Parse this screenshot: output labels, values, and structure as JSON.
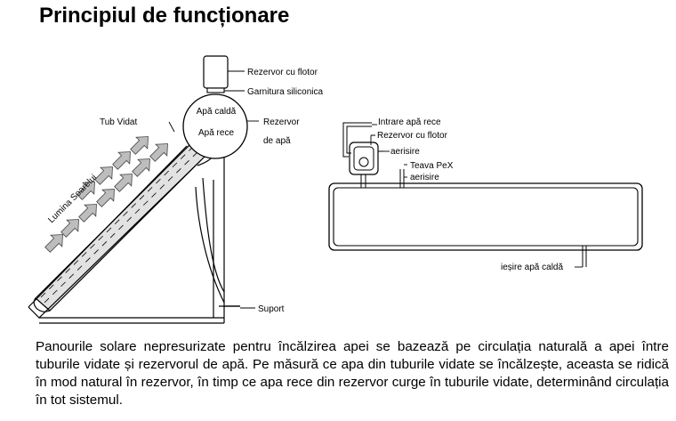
{
  "title": "Principiul de funcționare",
  "left_diagram": {
    "labels": {
      "tank_float": "Rezervor cu flotor",
      "silicone_gasket": "Garnitura siliconica",
      "hot_water": "Apă caldă",
      "cold_water": "Apă rece",
      "water_tank_1": "Rezervor",
      "water_tank_2": "de apă",
      "vacuum_tube": "Tub Vidat",
      "sunlight": "Lumina Soarelui",
      "support": "Suport"
    }
  },
  "right_diagram": {
    "labels": {
      "cold_water_inlet": "Intrare apă rece",
      "tank_float": "Rezervor cu flotor",
      "vent_1": "aerisire",
      "pex_pipe": "Teava PeX",
      "vent_2": "aerisire",
      "hot_water_outlet": "ieșire apă caldă"
    }
  },
  "description": "Panourile solare nepresurizate pentru încălzirea apei se bazează pe circulația naturală a apei între tuburile vidate și rezervorul de apă. Pe măsură ce apa din tuburile vidate se încălzește, aceasta se ridică în mod natural în rezervor, în timp ce apa rece din rezervor curge în tuburile vidate, determinând circulația în tot sistemul.",
  "colors": {
    "line": "#000000",
    "arrow_fill": "#bdbdbd",
    "tube_fill": "#e2e2e2"
  }
}
